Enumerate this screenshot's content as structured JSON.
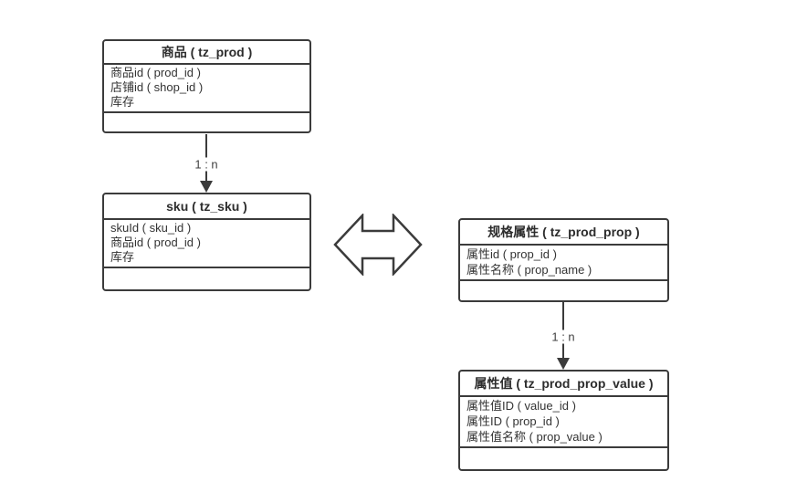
{
  "diagram": {
    "background": "#ffffff",
    "stroke_color": "#3b3b3b",
    "text_color": "#333333"
  },
  "entities": [
    {
      "title": "商品 ( tz_prod )",
      "fields": [
        "商品id ( prod_id )",
        "店铺id ( shop_id )",
        "库存"
      ]
    },
    {
      "title": "sku ( tz_sku )",
      "fields": [
        "skuId ( sku_id )",
        "商品id ( prod_id )",
        "库存"
      ]
    },
    {
      "title": "规格属性 ( tz_prod_prop )",
      "fields": [
        "属性id ( prop_id )",
        "属性名称 ( prop_name )"
      ]
    },
    {
      "title": "属性值 ( tz_prod_prop_value )",
      "fields": [
        "属性值ID ( value_id )",
        "属性ID ( prop_id )",
        "属性值名称 ( prop_value )"
      ]
    }
  ],
  "connectors": [
    {
      "from": "商品 ( tz_prod )",
      "to": "sku ( tz_sku )",
      "label": "1 : n"
    },
    {
      "from": "规格属性 ( tz_prod_prop )",
      "to": "属性值 ( tz_prod_prop_value )",
      "label": "1 : n"
    }
  ],
  "shapes": [
    {
      "icon": "double-arrow-icon",
      "meaning": "bidirectional relation between sku and 规格属性"
    }
  ]
}
